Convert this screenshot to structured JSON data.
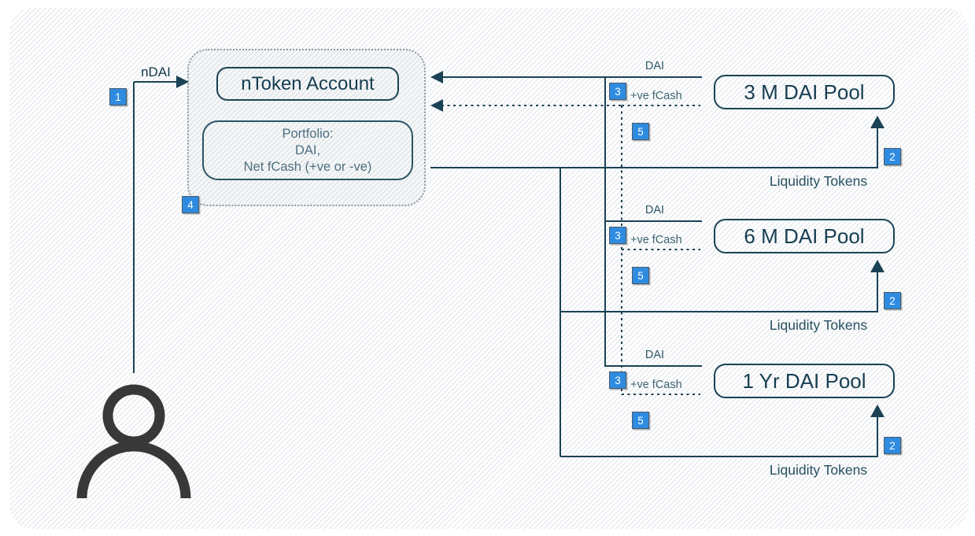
{
  "user": {
    "badge": "1",
    "flow_label": "nDAI"
  },
  "account": {
    "badge": "4",
    "title": "nToken Account",
    "portfolio_lines": [
      "Portfolio:",
      "DAI,",
      "Net fCash (+ve or -ve)"
    ]
  },
  "pools": [
    {
      "name": "3 M DAI Pool",
      "dai_label": "DAI",
      "dai_badge": "3",
      "fcash_label": "+ve fCash",
      "fcash_badge": "5",
      "liquidity_label": "Liquidity Tokens",
      "liquidity_badge": "2"
    },
    {
      "name": "6 M DAI Pool",
      "dai_label": "DAI",
      "dai_badge": "3",
      "fcash_label": "+ve fCash",
      "fcash_badge": "5",
      "liquidity_label": "Liquidity Tokens",
      "liquidity_badge": "2"
    },
    {
      "name": "1 Yr DAI Pool",
      "dai_label": "DAI",
      "dai_badge": "3",
      "fcash_label": "+ve fCash",
      "fcash_badge": "5",
      "liquidity_label": "Liquidity Tokens",
      "liquidity_badge": "2"
    }
  ],
  "colors": {
    "line": "#1b4254",
    "badge_fill": "#2e8be0",
    "person": "#383838",
    "hatch": "#d5dae1"
  }
}
